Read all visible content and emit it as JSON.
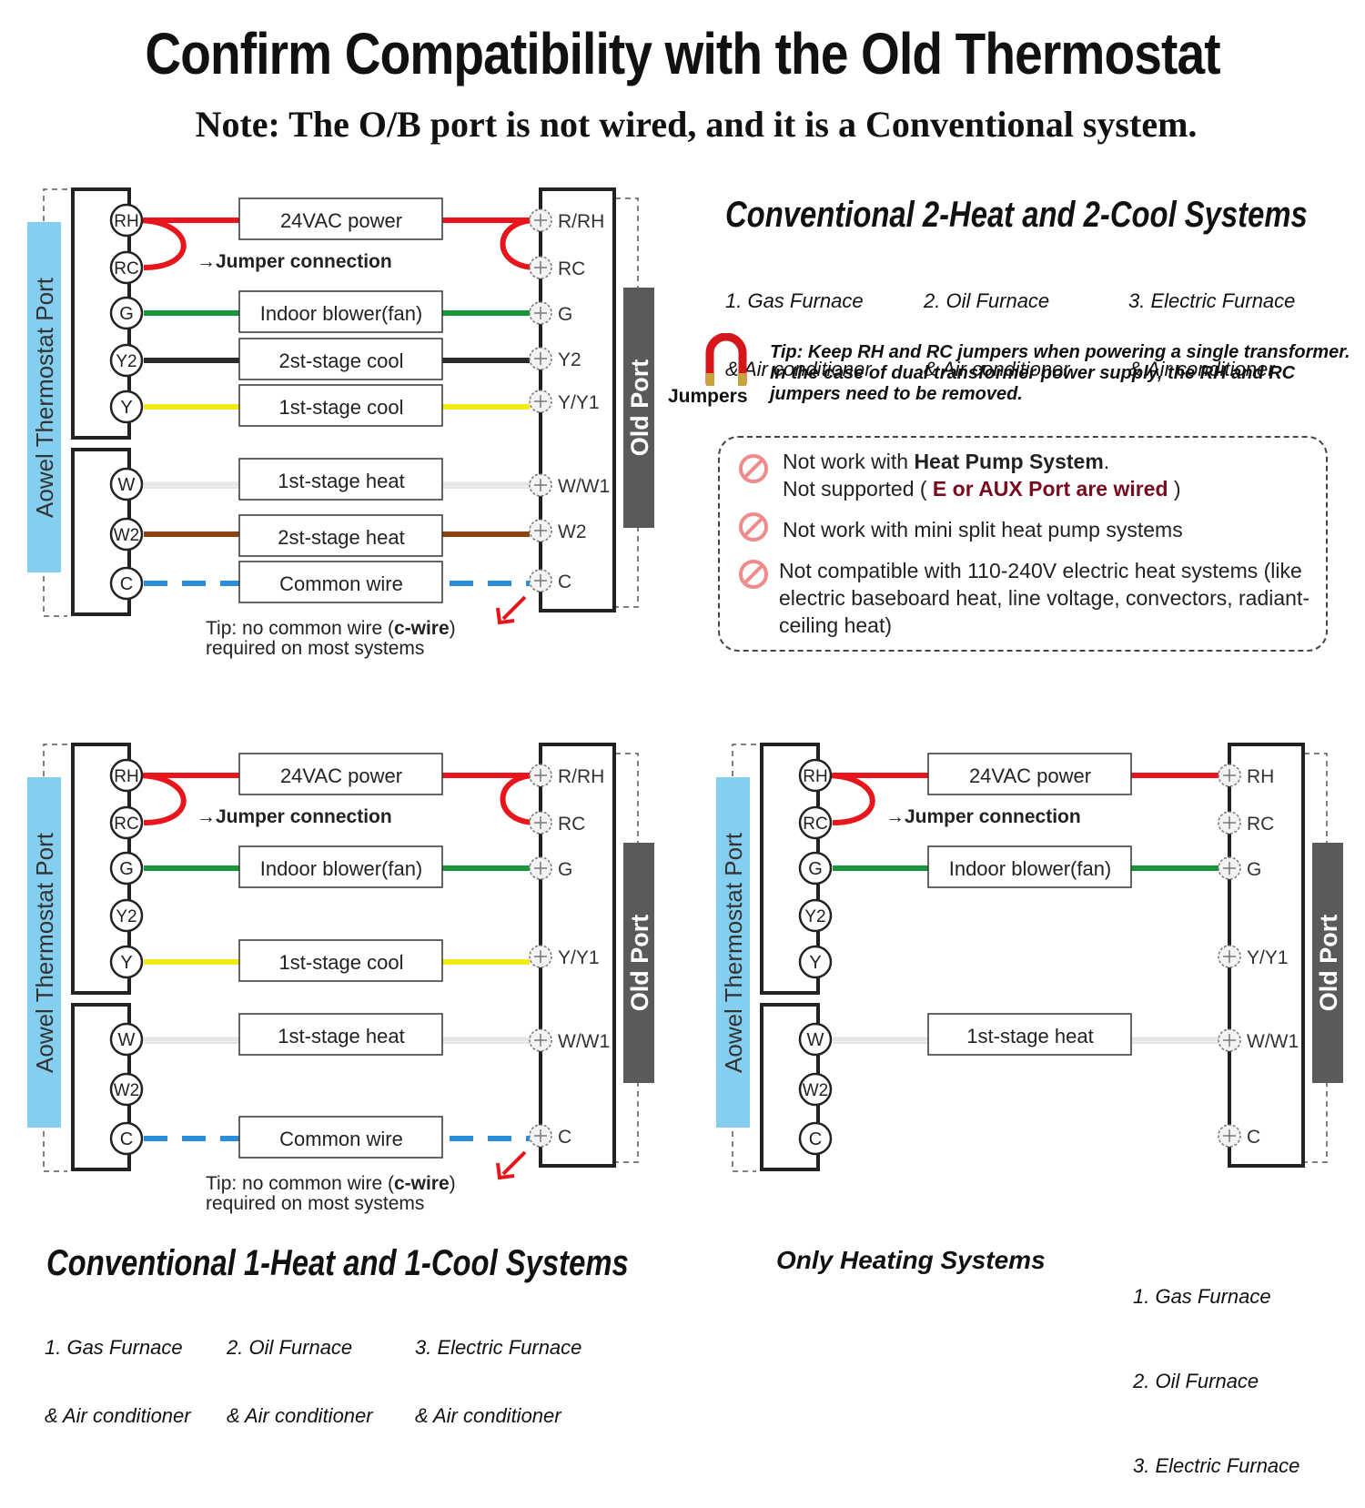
{
  "title": "Confirm Compatibility with the Old Thermostat",
  "note": "Note: The O/B port is not wired, and it is a Conventional system.",
  "common": {
    "aowel_port_label": "Aowel Thermostat Port",
    "old_port_label": "Old Port",
    "jumper_connection": "Jumper connection",
    "tip_line1": "Tip: no common wire (",
    "tip_bold": "c-wire",
    "tip_line1_end": ")",
    "tip_line2": "required on most systems",
    "aowel_terminals": [
      "RH",
      "RC",
      "G",
      "Y2",
      "Y",
      "W",
      "W2",
      "C"
    ]
  },
  "diagrams": [
    {
      "wires": [
        {
          "from": "RH",
          "label": "24VAC power",
          "color": "#e8161c",
          "style": "solid"
        },
        {
          "from": "G",
          "label": "Indoor blower(fan)",
          "color": "#17963a",
          "style": "solid"
        },
        {
          "from": "Y2",
          "label": "2st-stage cool",
          "color": "#2a2a2a",
          "style": "solid"
        },
        {
          "from": "Y",
          "label": "1st-stage cool",
          "color": "#f2ea1a",
          "style": "solid"
        },
        {
          "from": "W",
          "label": "1st-stage heat",
          "color": "#e6e6e6",
          "style": "solid"
        },
        {
          "from": "W2",
          "label": "2st-stage heat",
          "color": "#8b4513",
          "style": "solid"
        },
        {
          "from": "C",
          "label": "Common wire",
          "color": "#2a8fd8",
          "style": "dashed"
        }
      ],
      "old_terminals": [
        "R/RH",
        "RC",
        "G",
        "Y2",
        "Y/Y1",
        "W/W1",
        "W2",
        "C"
      ]
    },
    {
      "wires": [
        {
          "from": "RH",
          "label": "24VAC power",
          "color": "#e8161c",
          "style": "solid"
        },
        {
          "from": "G",
          "label": "Indoor blower(fan)",
          "color": "#17963a",
          "style": "solid"
        },
        {
          "from": "Y",
          "label": "1st-stage cool",
          "color": "#f2ea1a",
          "style": "solid"
        },
        {
          "from": "W",
          "label": "1st-stage heat",
          "color": "#e6e6e6",
          "style": "solid"
        },
        {
          "from": "C",
          "label": "Common wire",
          "color": "#2a8fd8",
          "style": "dashed"
        }
      ],
      "old_terminals": [
        "R/RH",
        "RC",
        "G",
        "Y/Y1",
        "W/W1",
        "C"
      ]
    },
    {
      "wires": [
        {
          "from": "RH",
          "label": "24VAC power",
          "color": "#e8161c",
          "style": "solid"
        },
        {
          "from": "G",
          "label": "Indoor blower(fan)",
          "color": "#17963a",
          "style": "solid"
        },
        {
          "from": "W",
          "label": "1st-stage heat",
          "color": "#e6e6e6",
          "style": "solid"
        }
      ],
      "old_terminals": [
        "RH",
        "RC",
        "G",
        "Y/Y1",
        "W/W1",
        "C"
      ]
    }
  ],
  "system_2heat": {
    "title": "Conventional 2-Heat and 2-Cool Systems",
    "items": [
      {
        "line1": "1. Gas Furnace",
        "line2": "& Air conditioner"
      },
      {
        "line1": "2. Oil Furnace",
        "line2": "& Air conditioner"
      },
      {
        "line1": "3. Electric Furnace",
        "line2": "& Air conditioner"
      }
    ]
  },
  "jumpers": {
    "label": "Jumpers",
    "tip": "Tip: Keep RH and RC jumpers when powering a single transformer. In the case of dual transformer power supply, the RH and RC jumpers need to be removed."
  },
  "warnings": {
    "w1_prefix": "Not work with ",
    "w1_bold": "Heat Pump System",
    "w1_suffix": ".",
    "w1_line2_prefix": "Not supported ( ",
    "w1_line2_emph": "E or AUX Port are wired",
    "w1_line2_suffix": " )",
    "w2": "Not work with mini split heat pump systems",
    "w3": "Not compatible with 110-240V electric heat systems (like electric baseboard heat, line voltage, convectors, radiant-ceiling heat)"
  },
  "system_1heat": {
    "title": "Conventional 1-Heat and 1-Cool Systems",
    "items": [
      {
        "line1": "1. Gas Furnace",
        "line2": "& Air conditioner"
      },
      {
        "line1": "2. Oil Furnace",
        "line2": "& Air conditioner"
      },
      {
        "line1": "3. Electric Furnace",
        "line2": "& Air conditioner"
      }
    ]
  },
  "system_heating": {
    "title": "Only Heating Systems",
    "items": [
      "1. Gas Furnace",
      "2. Oil Furnace",
      "3. Electric Furnace"
    ]
  }
}
